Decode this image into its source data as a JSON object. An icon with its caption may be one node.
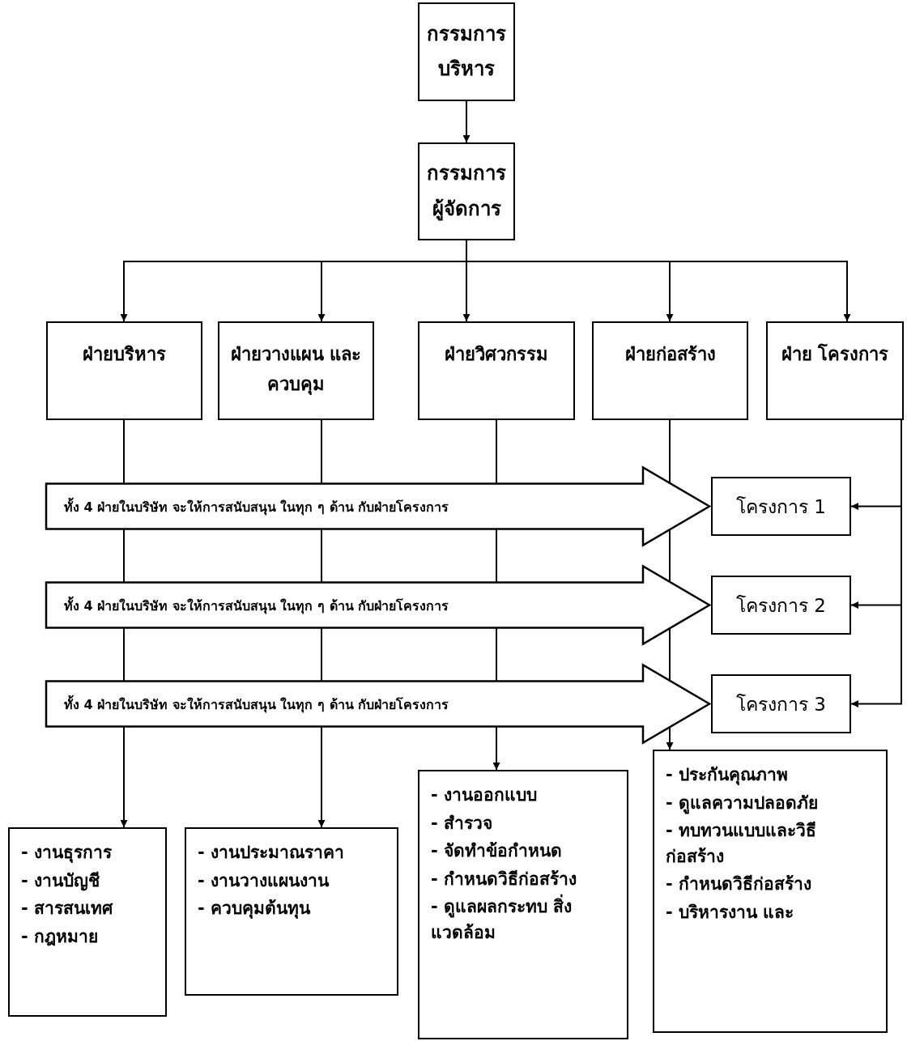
{
  "diagram": {
    "nodes": [
      {
        "text": [
          "กรรมการ บริหาร"
        ]
      },
      {
        "text": [
          "กรรมการ ผู้จัดการ"
        ]
      },
      {
        "text": [
          "ฝ่ายบริหาร"
        ]
      },
      {
        "text": [
          "ฝ่ายวางแผน และควบคุม"
        ]
      },
      {
        "text": [
          "ฝ่ายวิศวกรรม"
        ]
      },
      {
        "text": [
          "ฝ่ายก่อสร้าง"
        ]
      },
      {
        "text": [
          "ฝ่าย โครงการ"
        ]
      },
      {
        "text": [
          "โครงการ 1"
        ]
      },
      {
        "text": [
          "โครงการ 2"
        ]
      },
      {
        "text": [
          "โครงการ 3"
        ]
      },
      {
        "text": [
          "- งานธุรการ",
          "- งานบัญชี",
          "- สารสนเทศ",
          "- กฎหมาย"
        ]
      },
      {
        "text": [
          "- งานประมาณราคา",
          "- งานวางแผนงาน",
          "- ควบคุมต้นทุน"
        ]
      },
      {
        "text": [
          "- งานออกแบบ",
          "- สำรวจ",
          "- จัดทำข้อกำหนด",
          "- กำหนดวิธีก่อสร้าง",
          "- ดูแลผลกระทบ สิ่งแวดล้อม"
        ]
      },
      {
        "text": [
          "- ประกันคุณภาพ",
          "- ดูแลความปลอดภัย",
          "- ทบทวนแบบและวิธี ก่อสร้าง",
          "- กำหนดวิธีก่อสร้าง",
          "- บริหารงาน และ"
        ]
      }
    ],
    "edges": [
      {
        "from": 0,
        "to": 1,
        "arrow": "to"
      },
      {
        "from": 1,
        "to": 2,
        "arrow": "to"
      },
      {
        "from": 1,
        "to": 3,
        "arrow": "to"
      },
      {
        "from": 1,
        "to": 4,
        "arrow": "to"
      },
      {
        "from": 1,
        "to": 5,
        "arrow": "to"
      },
      {
        "from": 1,
        "to": 6,
        "arrow": "to"
      },
      {
        "from": 6,
        "to": 7,
        "arrow": "to"
      },
      {
        "from": 6,
        "to": 8,
        "arrow": "to"
      },
      {
        "from": 6,
        "to": 9,
        "arrow": "to"
      },
      {
        "from": 2,
        "to": 10,
        "arrow": "to"
      },
      {
        "from": 3,
        "to": 11,
        "arrow": "to"
      },
      {
        "from": 4,
        "to": 12,
        "arrow": "to"
      },
      {
        "from": 5,
        "to": 13,
        "arrow": "to"
      },
      {
        "from": null,
        "to": 7,
        "arrow": "to",
        "label": "ทั้ง 4 ฝ่ายในบริษัท จะให้การสนับสนุน ในทุก ๆ ด้าน กับฝ่ายโครงการ",
        "style": "thick"
      },
      {
        "from": null,
        "to": 8,
        "arrow": "to",
        "label": "ทั้ง 4 ฝ่ายในบริษัท จะให้การสนับสนุน ในทุก ๆ ด้าน กับฝ่ายโครงการ",
        "style": "thick"
      },
      {
        "from": null,
        "to": 9,
        "arrow": "to",
        "label": "ทั้ง 4 ฝ่ายในบริษัท จะให้การสนับสนุน ในทุก ๆ ด้าน กับฝ่ายโครงการ",
        "style": "thick"
      }
    ]
  }
}
